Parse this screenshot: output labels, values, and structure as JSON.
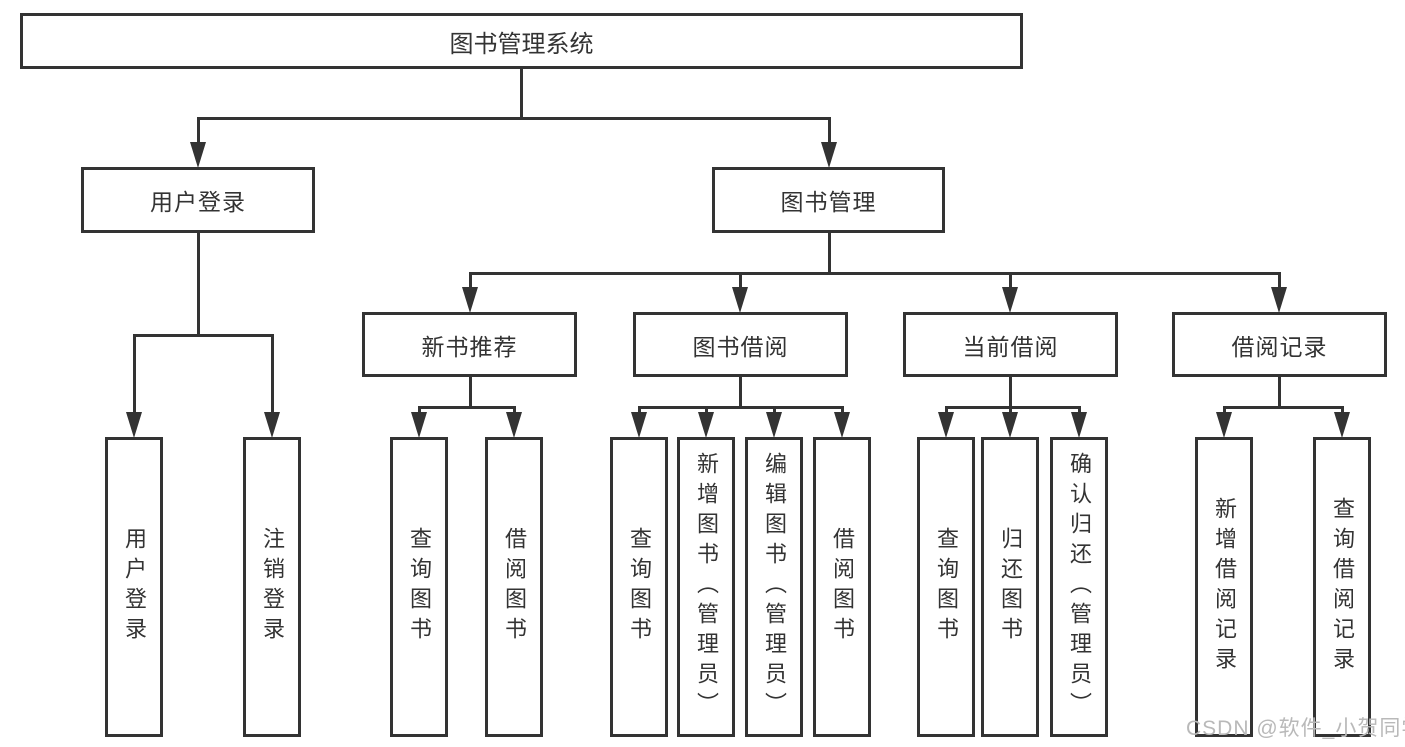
{
  "diagram": {
    "root": {
      "label": "图书管理系统"
    },
    "login": {
      "label": "用户登录",
      "children": [
        "用户登录",
        "注销登录"
      ]
    },
    "management": {
      "label": "图书管理",
      "sections": [
        {
          "label": "新书推荐",
          "children": [
            "查询图书",
            "借阅图书"
          ]
        },
        {
          "label": "图书借阅",
          "children": [
            "查询图书",
            "新增图书（管理员）",
            "编辑图书（管理员）",
            "借阅图书"
          ]
        },
        {
          "label": "当前借阅",
          "children": [
            "查询图书",
            "归还图书",
            "确认归还（管理员）"
          ]
        },
        {
          "label": "借阅记录",
          "children": [
            "新增借阅记录",
            "查询借阅记录"
          ]
        }
      ]
    },
    "line_color": "#333333",
    "box_background": "#ffffff"
  },
  "watermark": {
    "text": "CSDN @软件_小贺同学",
    "color": "#b9b9b9"
  }
}
